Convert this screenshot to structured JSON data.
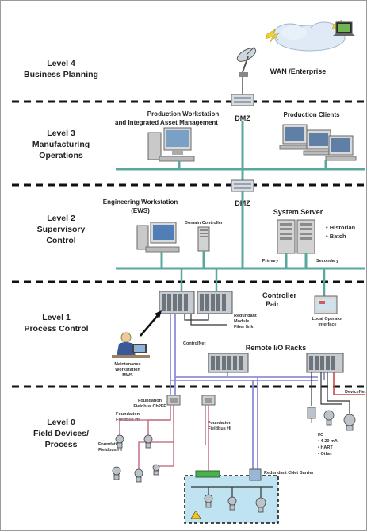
{
  "levels": [
    {
      "line1": "Level 4",
      "line2": "Business Planning",
      "line3": ""
    },
    {
      "line1": "Level 3",
      "line2": "Manufacturing",
      "line3": "Operations"
    },
    {
      "line1": "Level 2",
      "line2": "Supervisory",
      "line3": "Control"
    },
    {
      "line1": "Level 1",
      "line2": "Process Control",
      "line3": ""
    },
    {
      "line1": "Level 0",
      "line2": "Field Devices/",
      "line3": "Process"
    }
  ],
  "labels": {
    "wan": "WAN /Enterprise",
    "dmz_top": "DMZ",
    "dmz_mid": "DMZ",
    "prod_ws_1": "Production Workstation",
    "prod_ws_2": "and Integrated Asset Management",
    "prod_clients": "Production Clients",
    "eng_ws_1": "Engineering Workstation",
    "eng_ws_2": "(EWS)",
    "domain_controller": "Domain Controller",
    "system_server": "System Server",
    "historian": "• Historian",
    "batch": "• Batch",
    "primary": "Primary",
    "secondary": "Secondary",
    "controller_1": "Controller",
    "controller_2": "Pair",
    "redundant_module_1": "Redundant",
    "redundant_module_2": "Module",
    "redundant_module_3": "Fiber link",
    "local_op_1": "Local Operator",
    "local_op_2": "Interface",
    "maint_1": "Maintenance",
    "maint_2": "Workstation",
    "maint_3": "MWS",
    "controlnet": "ControlNet",
    "remote_io": "Remote I/O Racks",
    "ff_h1_top_1": "Foundation",
    "ff_h1_top_2": "Fieldbus Ch2FF",
    "ff_hi_left_1": "Foundation",
    "ff_hi_left_2": "Fieldbus HI",
    "ff_hi_mid_1": "Foundation",
    "ff_hi_mid_2": "Fieldbus HI",
    "ff_hi_low_1": "Foundation",
    "ff_hi_low_2": "Fieldbus HI",
    "devicenet": "DeviceNet",
    "io_1": "I/O",
    "io_2": "• 4-20 mA",
    "io_3": "• HART",
    "io_4": "• Other",
    "redundant_barrier": "Redundant CNet Barrier"
  },
  "colors": {
    "network": "#5aa7a0",
    "controlnet": "#8f8fd6",
    "fieldbus": "#c77a8a",
    "devicenet": "#c84a4a",
    "hazard_zone": "#bfe3f0",
    "hazard_green": "#4caf50"
  }
}
